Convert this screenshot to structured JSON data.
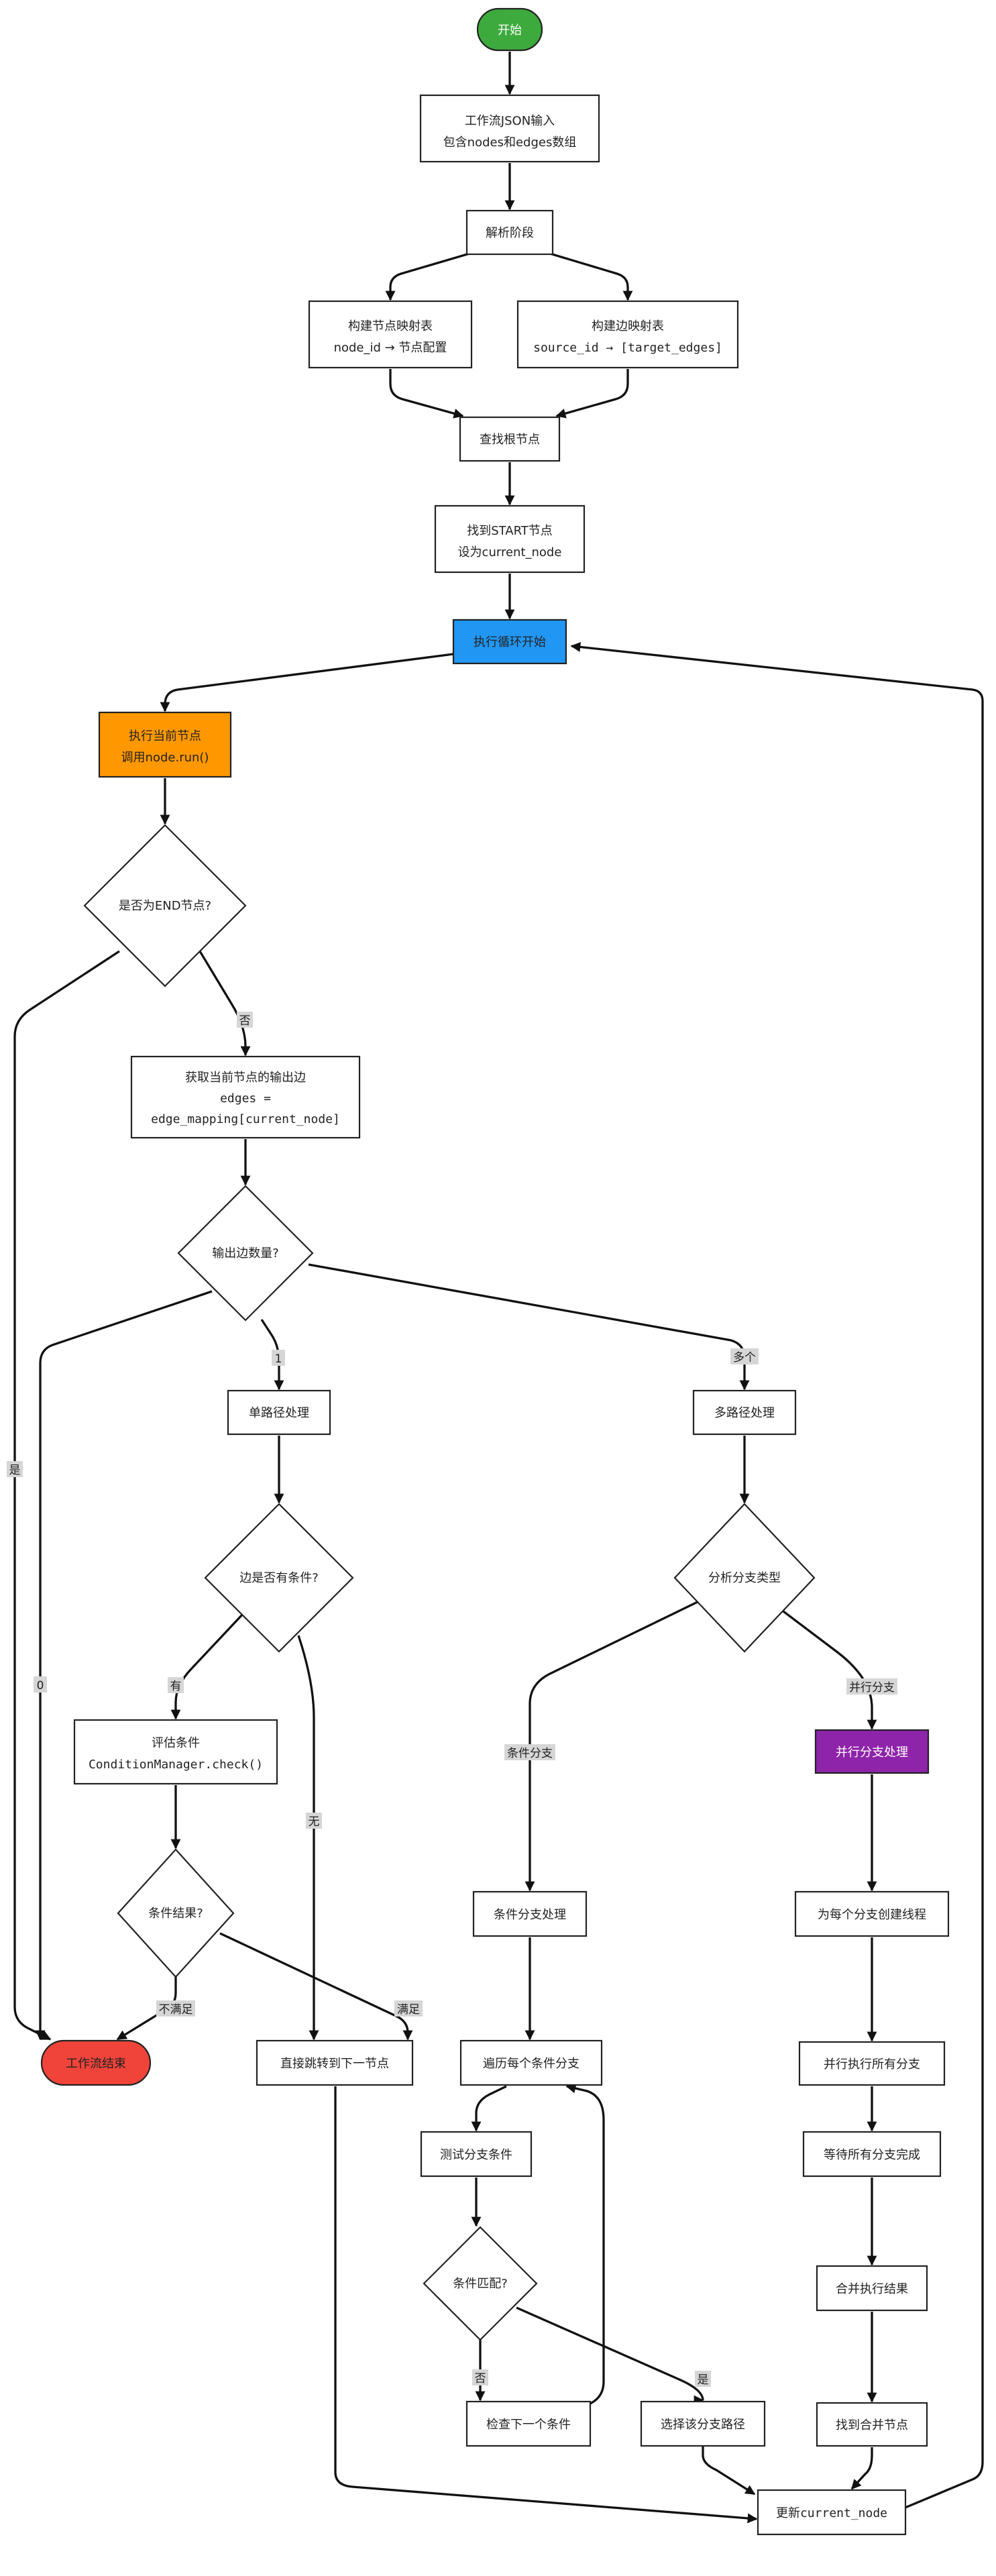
{
  "colors": {
    "start_fill": "#3daa3d",
    "end_fill": "#f0443a",
    "loop_start_fill": "#2196f3",
    "execute_node_fill": "#ff9800",
    "parallel_fill": "#8e24aa",
    "default_fill": "#ffffff",
    "stroke": "#222222",
    "edge_label_bg": "#d6d6d6"
  },
  "nodes": {
    "start": {
      "label": "开始"
    },
    "input": {
      "line1": "工作流JSON输入",
      "line2": "包含nodes和edges数组"
    },
    "parse": {
      "label": "解析阶段"
    },
    "node_map": {
      "line1": "构建节点映射表",
      "line2": "node_id → 节点配置"
    },
    "edge_map": {
      "line1": "构建边映射表",
      "line2": "source_id → [target_edges]"
    },
    "find_root": {
      "label": "查找根节点"
    },
    "found_start": {
      "line1": "找到START节点",
      "line2": "设为current_node"
    },
    "loop_start": {
      "label": "执行循环开始"
    },
    "exec_node": {
      "line1": "执行当前节点",
      "line2": "调用node.run()"
    },
    "is_end": {
      "label": "是否为END节点?"
    },
    "get_edges": {
      "line1": "获取当前节点的输出边",
      "line2": "edges =",
      "line3": "edge_mapping[current_node]"
    },
    "edge_count": {
      "label": "输出边数量?"
    },
    "single_path": {
      "label": "单路径处理"
    },
    "multi_path": {
      "label": "多路径处理"
    },
    "has_condition": {
      "label": "边是否有条件?"
    },
    "branch_type": {
      "label": "分析分支类型"
    },
    "eval_condition": {
      "line1": "评估条件",
      "line2": "ConditionManager.check()"
    },
    "condition_result": {
      "label": "条件结果?"
    },
    "workflow_end": {
      "label": "工作流结束"
    },
    "jump_next": {
      "label": "直接跳转到下一节点"
    },
    "cond_branch": {
      "label": "条件分支处理"
    },
    "iterate_cond": {
      "label": "遍历每个条件分支"
    },
    "test_cond": {
      "label": "测试分支条件"
    },
    "cond_match": {
      "label": "条件匹配?"
    },
    "check_next": {
      "label": "检查下一个条件"
    },
    "select_path": {
      "label": "选择该分支路径"
    },
    "parallel": {
      "label": "并行分支处理"
    },
    "create_threads": {
      "label": "为每个分支创建线程"
    },
    "run_parallel": {
      "label": "并行执行所有分支"
    },
    "wait_all": {
      "label": "等待所有分支完成"
    },
    "merge_results": {
      "label": "合并执行结果"
    },
    "find_merge": {
      "label": "找到合并节点"
    },
    "update_current": {
      "label": "更新current_node"
    }
  },
  "edge_labels": {
    "no_is_end": "否",
    "yes_is_end": "是",
    "count_zero": "0",
    "count_one": "1",
    "count_many": "多个",
    "has": "有",
    "none": "无",
    "cond_branch": "条件分支",
    "parallel_branch": "并行分支",
    "not_satisfied": "不满足",
    "satisfied": "满足",
    "match_no": "否",
    "match_yes": "是"
  }
}
